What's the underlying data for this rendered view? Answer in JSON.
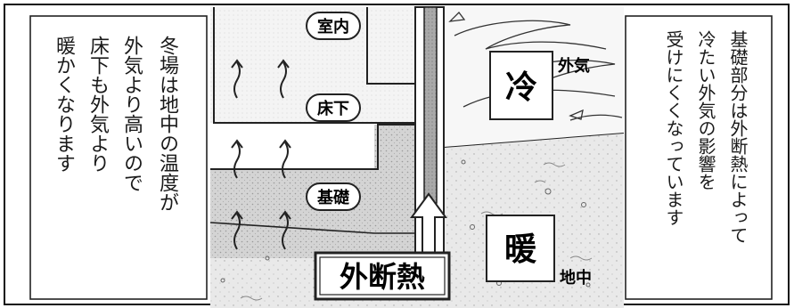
{
  "labels": {
    "room": "室内",
    "underfloor": "床下",
    "foundation": "基礎",
    "outdoor_air": "外気",
    "underground": "地中",
    "insulation": "外断熱",
    "cold": "冷",
    "warm": "暖"
  },
  "notes": {
    "left": {
      "col1": "冬場は地中の温度が",
      "col2": "外気より高いので",
      "col3": "床下も外気より",
      "col4": "暖かくなります"
    },
    "right": {
      "col1": "基礎部分は外断熱によって",
      "col2": "冷たい外気の影響を",
      "col3": "受けにくくなっています"
    }
  }
}
